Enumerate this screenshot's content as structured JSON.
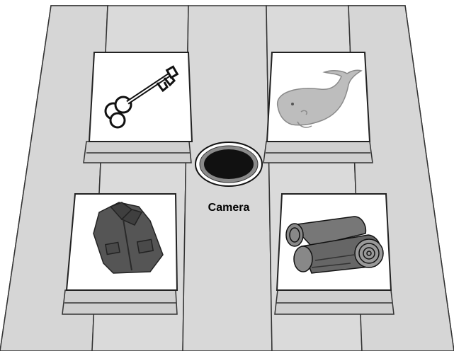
{
  "camera": {
    "label": "Camera"
  },
  "cards": [
    {
      "item": "key",
      "icon": "key-icon"
    },
    {
      "item": "whale",
      "icon": "whale-icon"
    },
    {
      "item": "shirt",
      "icon": "shirt-icon"
    },
    {
      "item": "logs",
      "icon": "logs-icon"
    }
  ],
  "colors": {
    "board": "#d9d9d9",
    "board_dark": "#c8c8c8",
    "outline": "#333333",
    "card": "#ffffff",
    "camera_lens": "#111111",
    "camera_ring": "#8a8a8a",
    "shirt": "#555555",
    "whale": "#bdbdbd",
    "logs": "#666666"
  }
}
